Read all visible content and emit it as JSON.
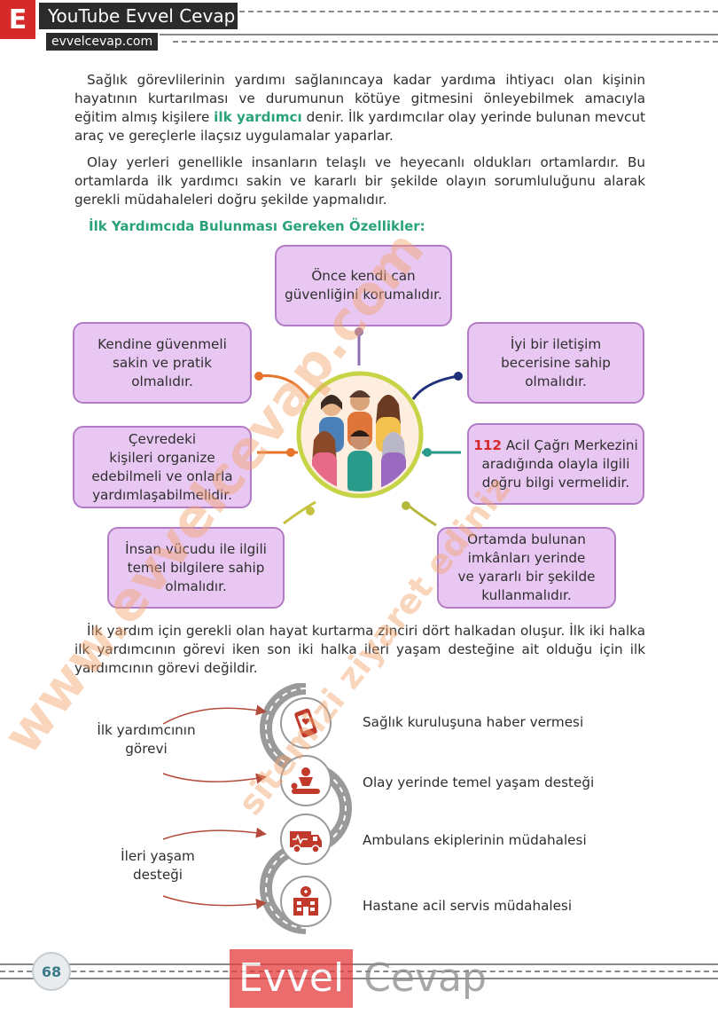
{
  "header": {
    "logo_letter": "E",
    "title": "YouTube Evvel Cevap",
    "url": "evvelcevap.com"
  },
  "paragraphs": {
    "p1_part1": "Sağlık görevlilerinin yardımı sağlanıncaya kadar yardıma ihtiyacı olan kişinin hayatının kurtarılması ve durumunun kötüye gitmesini önleyebilmek amacıyla eğitim almış kişilere ",
    "p1_highlight": "ilk yardımcı",
    "p1_part2": " denir. İlk yardımcılar olay yerinde bulunan mevcut araç ve gereçlerle ilaçsız uygulamalar yaparlar.",
    "p2": "Olay yerleri genellikle insanların telaşlı ve heyecanlı oldukları ortamlardır. Bu ortamlarda ilk yardımcı sakin ve kararlı bir şekilde olayın sorumluluğunu alarak gerekli müdahaleleri doğru şekilde yapmalıdır.",
    "p3": "İlk yardım için gerekli olan hayat kurtarma zinciri dört halkadan oluşur. İlk iki halka ilk yardımcının görevi iken son iki halka ileri yaşam desteğine ait olduğu için ilk yardımcının görevi değildir."
  },
  "traits_title": "İlk Yardımcıda Bulunması Gereken Özellikler:",
  "traits": {
    "top": "Önce kendi can\ngüvenliğini korumalıdır.",
    "left1": "Kendine güvenmeli\nsakin ve pratik\nolmalıdır.",
    "right1": "İyi bir iletişim\nbecerisine sahip\nolmalıdır.",
    "left2": "Çevredeki\nkişileri organize\nedebilmeli ve onlarla\nyardımlaşabilmelidir.",
    "right2_number": "112",
    "right2_rest": " Acil Çağrı Merkezini\naradığında olayla ilgili\ndoğru bilgi vermelidir.",
    "left3": "İnsan vücudu ile ilgili\ntemel bilgilere sahip\nolmalıdır.",
    "right3": "Ortamda bulunan\nimkânları yerinde\nve yararlı bir şekilde\nkullanmalıdır."
  },
  "chain": {
    "group1_label": "İlk yardımcının\ngörevi",
    "group2_label": "İleri yaşam\ndesteği",
    "steps": [
      {
        "label": "Sağlık kuruluşuna haber vermesi",
        "icon": "phone-icon"
      },
      {
        "label": "Olay yerinde temel yaşam desteği",
        "icon": "cpr-icon"
      },
      {
        "label": "Ambulans ekiplerinin müdahalesi",
        "icon": "ambulance-icon"
      },
      {
        "label": "Hastane acil servis müdahalesi",
        "icon": "hospital-icon"
      }
    ]
  },
  "footer": {
    "page_number": "68",
    "brand_part1": "Evvel",
    "brand_part2": "Cevap"
  },
  "watermarks": {
    "wm1": "www.evvelcevap.com",
    "wm2": "sitemizi ziyaret ediniz"
  },
  "colors": {
    "accent_green": "#2aa37c",
    "box_fill": "#e8c8f2",
    "box_border": "#b27bc6",
    "brand_red": "#d62a2a",
    "chain_red": "#c0392b"
  }
}
